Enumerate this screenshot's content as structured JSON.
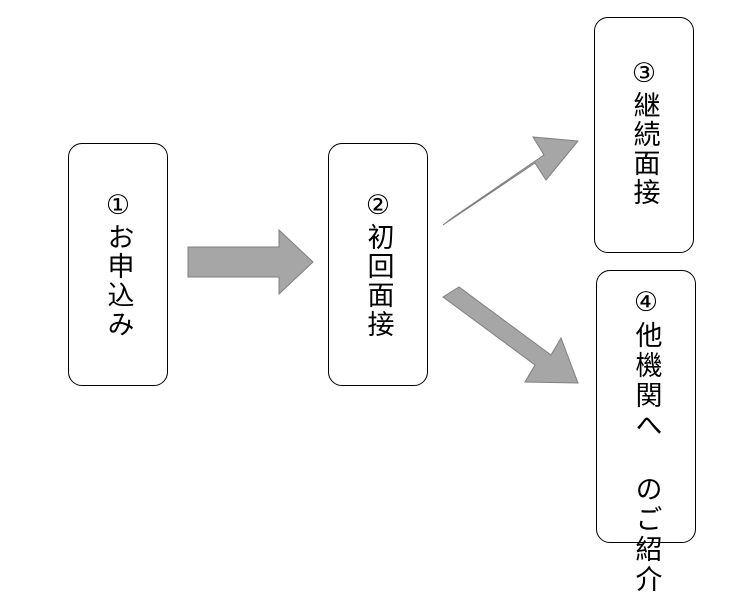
{
  "colors": {
    "arrow_fill": "#a6a6a6",
    "arrow_stroke": "#7f7f7f",
    "box_border": "#000000",
    "text": "#000000"
  },
  "steps": [
    {
      "label": "①お申込み"
    },
    {
      "label": "②初回面接"
    },
    {
      "label": "③継続面接"
    },
    {
      "label": "④他機関へ のご紹介"
    }
  ],
  "arrows": [
    {
      "from": "①お申込み",
      "to": "②初回面接",
      "icon": "right-arrow"
    },
    {
      "from": "②初回面接",
      "to": "③継続面接",
      "icon": "up-right-arrow"
    },
    {
      "from": "②初回面接",
      "to": "④他機関へ のご紹介",
      "icon": "down-right-arrow"
    }
  ]
}
